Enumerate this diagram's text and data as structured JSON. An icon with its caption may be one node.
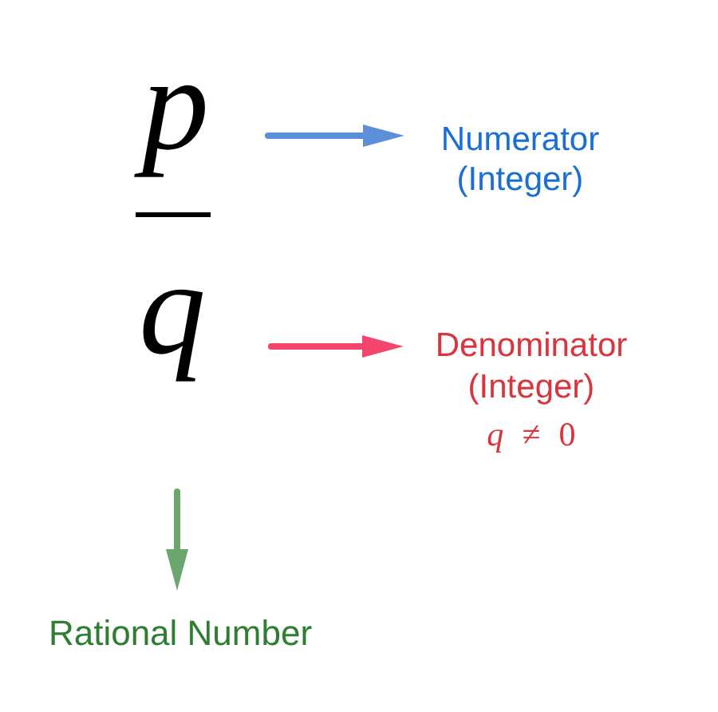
{
  "diagram": {
    "nodes": [
      {
        "text": [
          "p"
        ]
      },
      {
        "text": [
          "q"
        ]
      },
      {
        "text": [
          "Numerator (Integer)"
        ]
      },
      {
        "text": [
          "Denominator (Integer)",
          "*q* ≠ 0"
        ]
      },
      {
        "text": [
          "Rational Number"
        ]
      }
    ],
    "edges": [
      {
        "from": 0,
        "to": 2,
        "arrow": "to",
        "color": "#5b8fd7"
      },
      {
        "from": 1,
        "to": 3,
        "arrow": "to",
        "color": "#f4466c"
      },
      {
        "from": null,
        "to": 4,
        "arrow": "to",
        "color": "#6aa66e"
      }
    ]
  }
}
